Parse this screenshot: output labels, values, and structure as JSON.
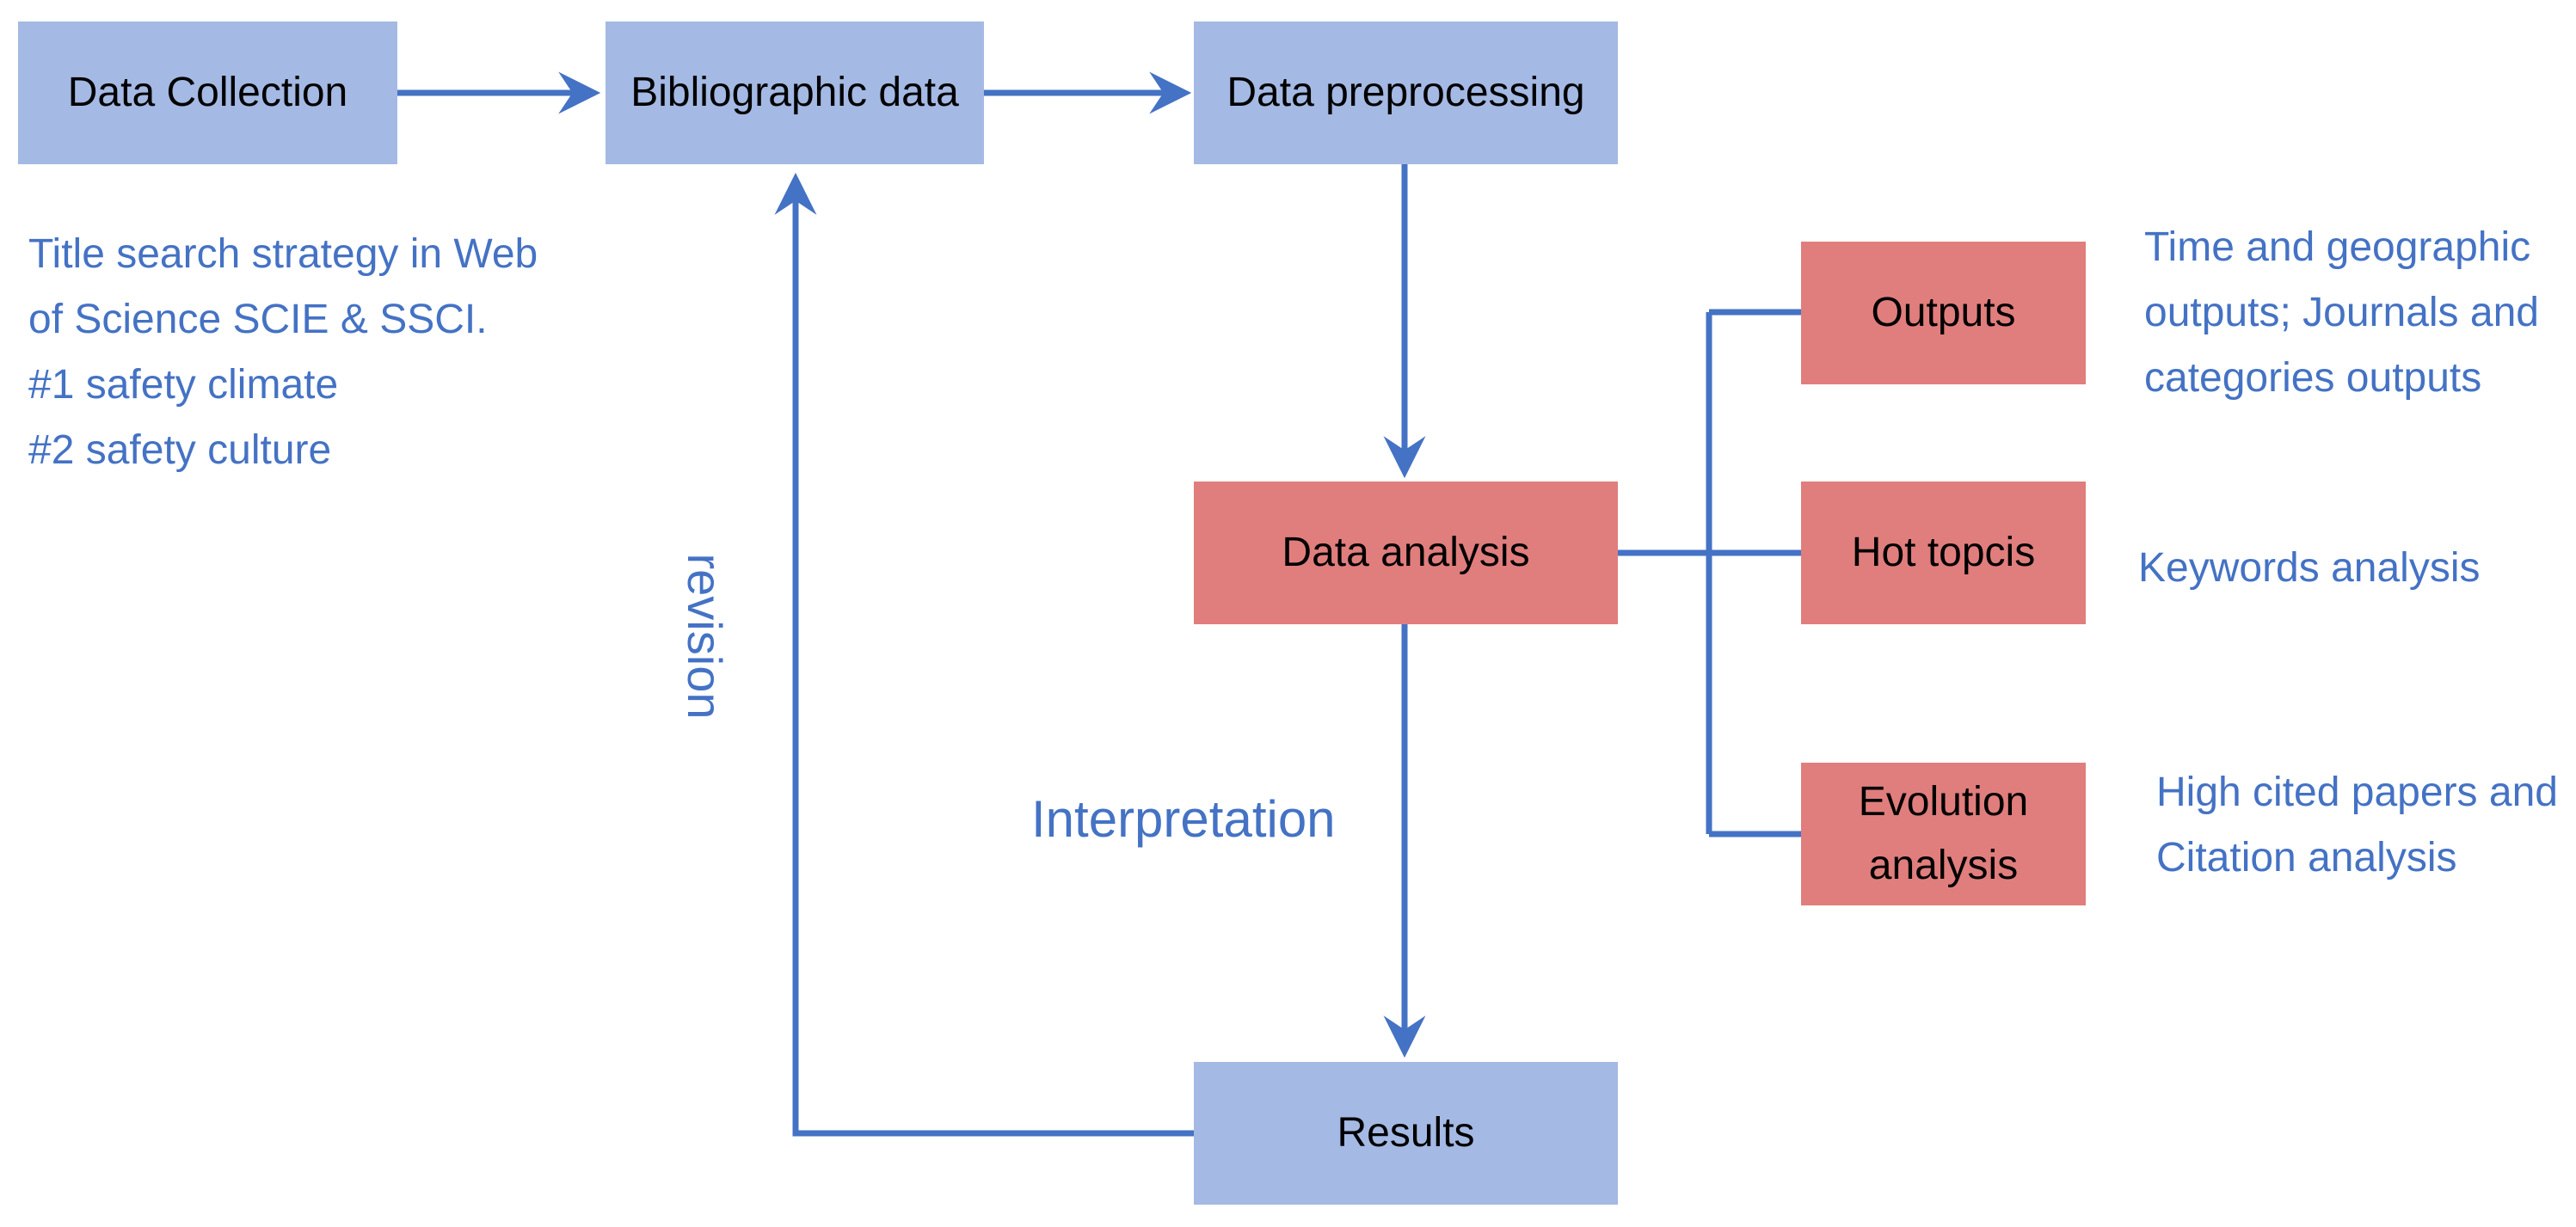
{
  "colors": {
    "process_box": "#a4b9e3",
    "analysis_box": "#e07e7d",
    "connector": "#4472c4",
    "annotation_text": "#4472c4"
  },
  "nodes": {
    "data_collection": "Data Collection",
    "bibliographic_data": "Bibliographic data",
    "data_preprocessing": "Data preprocessing",
    "data_analysis": "Data analysis",
    "results": "Results",
    "outputs": "Outputs",
    "hot_topics": "Hot topcis",
    "evolution_analysis": [
      "Evolution",
      "analysis"
    ]
  },
  "annotations": {
    "search_strategy": [
      "Title search strategy in Web",
      "of Science SCIE & SSCI.",
      "#1 safety climate",
      "#2 safety culture"
    ],
    "outputs_note": [
      "Time and geographic",
      "outputs; Journals and",
      "categories outputs"
    ],
    "keywords_note": "Keywords analysis",
    "citation_note": [
      "High cited papers and",
      "Citation analysis"
    ]
  },
  "edge_labels": {
    "interpretation": "Interpretation",
    "revision": "revision"
  }
}
